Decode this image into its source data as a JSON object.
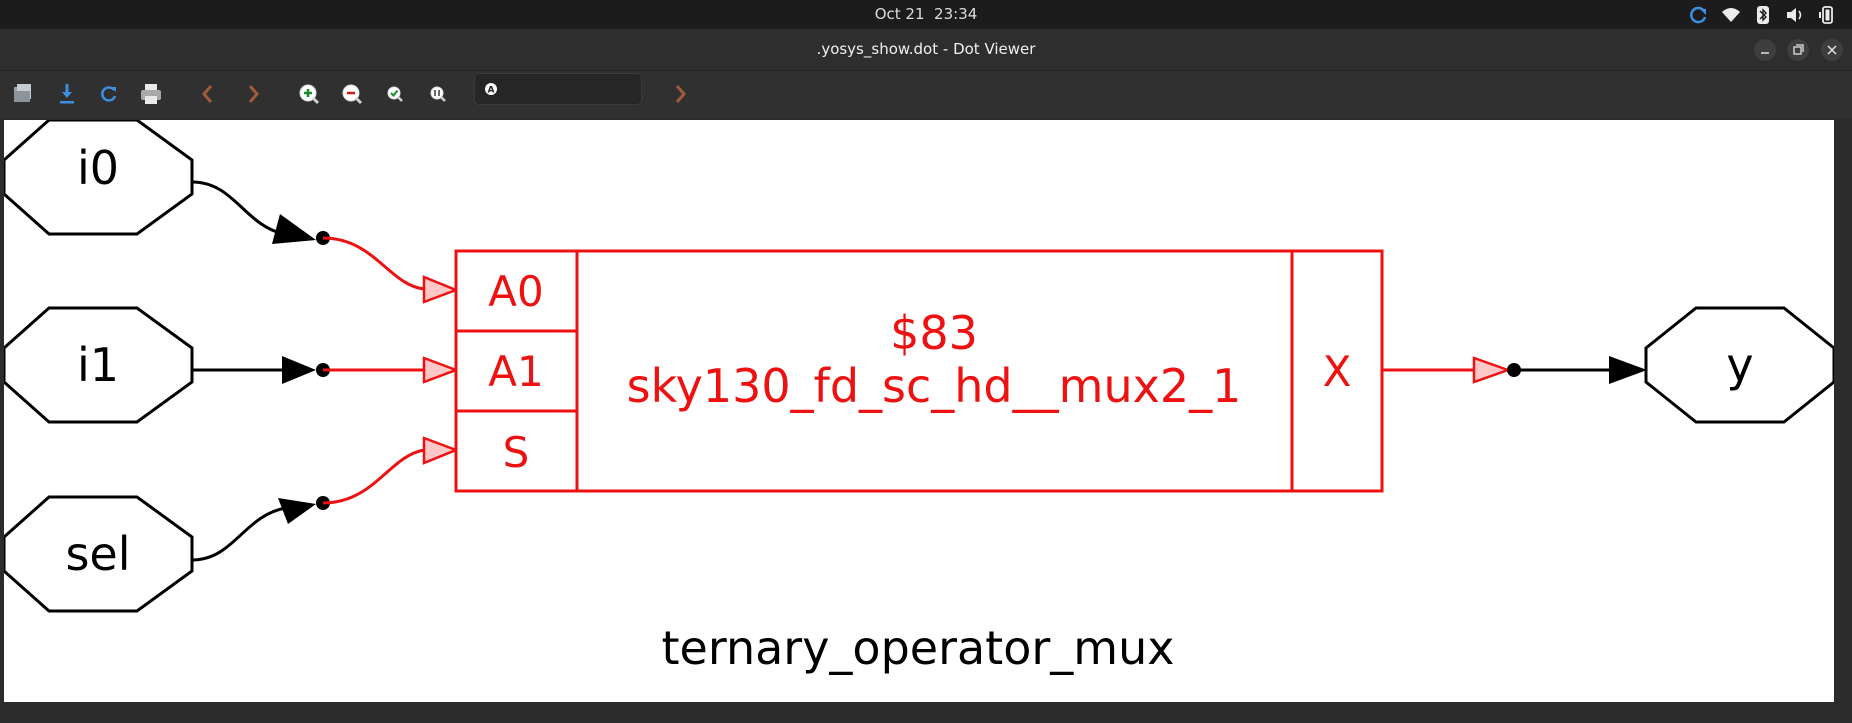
{
  "system_bar": {
    "date": "Oct 21",
    "time": "23:34",
    "tray_icons": [
      "refresh-icon",
      "wifi-icon",
      "bluetooth-icon",
      "volume-icon",
      "battery-icon"
    ]
  },
  "window": {
    "title": ".yosys_show.dot - Dot Viewer"
  },
  "toolbar": {
    "icons": [
      "open-icon",
      "save-icon",
      "reload-icon",
      "print-icon",
      "back-icon",
      "forward-icon",
      "zoom-in-icon",
      "zoom-out-icon",
      "zoom-fit-icon",
      "zoom-100-icon"
    ],
    "search_placeholder": "",
    "search_next_icon": "find-next-icon"
  },
  "diagram": {
    "graph_label": "ternary_operator_mux",
    "inputs": [
      "i0",
      "i1",
      "sel"
    ],
    "output": "y",
    "cell": {
      "id": "$83",
      "type": "sky130_fd_sc_hd__mux2_1",
      "input_ports": [
        "A0",
        "A1",
        "S"
      ],
      "output_port": "X"
    },
    "colors": {
      "cell": "#ee1111",
      "wire": "#000000",
      "arrow_fill": "#ffc8c8",
      "background": "#ffffff"
    }
  }
}
